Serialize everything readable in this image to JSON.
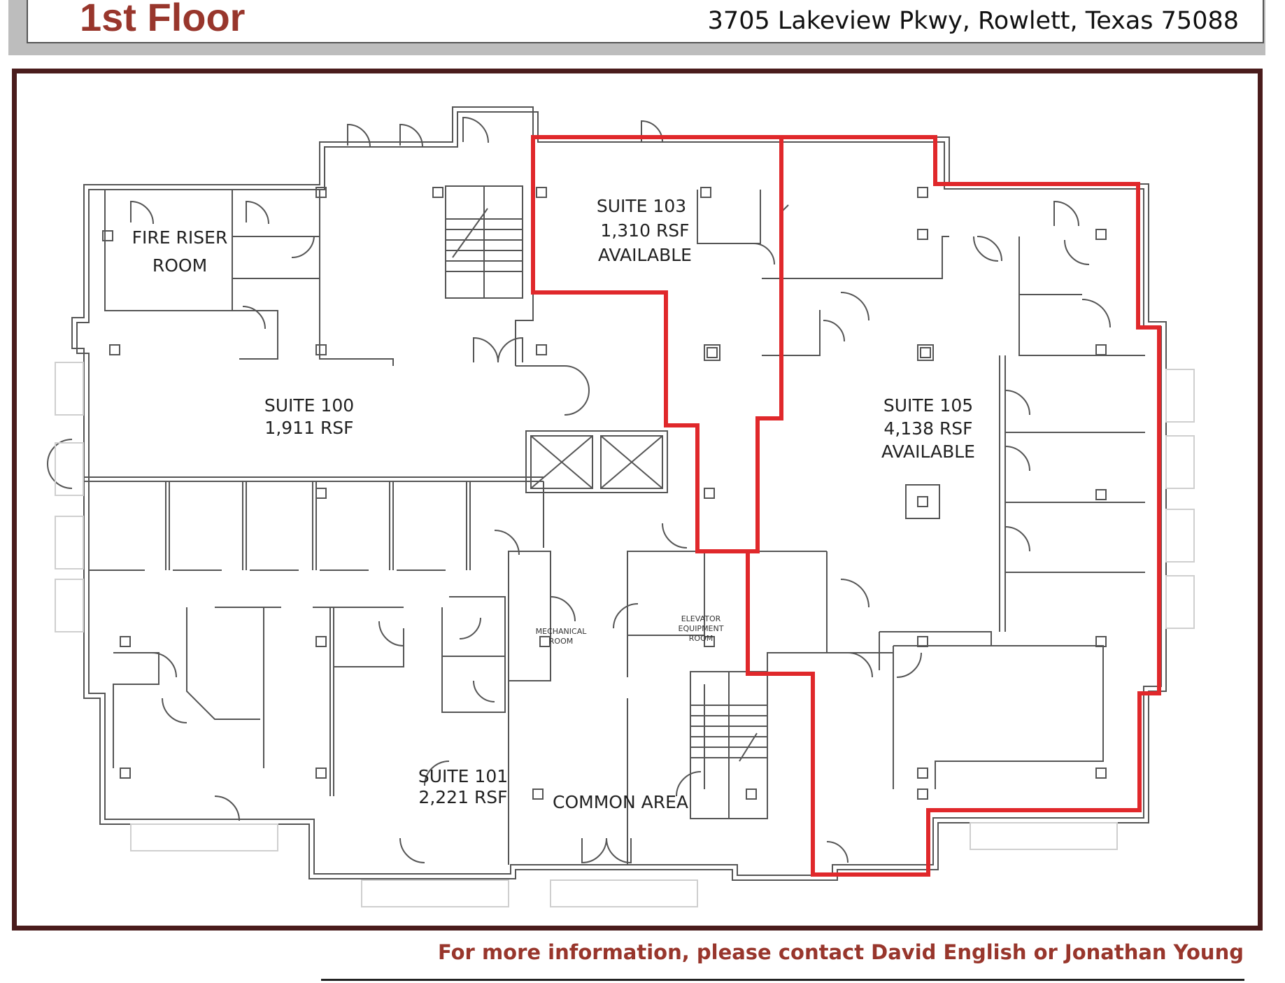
{
  "header": {
    "floor_title": "1st Floor",
    "address": "3705 Lakeview Pkwy, Rowlett, Texas 75088"
  },
  "rooms": {
    "fire_riser_line1": "FIRE RISER",
    "fire_riser_line2": "ROOM",
    "suite103_name": "SUITE 103",
    "suite103_area": "1,310 RSF",
    "suite103_status": "AVAILABLE",
    "suite100_name": "SUITE 100",
    "suite100_area": "1,911 RSF",
    "suite105_name": "SUITE 105",
    "suite105_area": "4,138 RSF",
    "suite105_status": "AVAILABLE",
    "suite101_name": "SUITE 101",
    "suite101_area": "2,221 RSF",
    "common_area": "COMMON AREA",
    "mechanical_line1": "MECHANICAL",
    "mechanical_line2": "ROOM",
    "elevator_line1": "ELEVATOR",
    "elevator_line2": "EQUIPMENT",
    "elevator_line3": "ROOM"
  },
  "colors": {
    "title": "#98362c",
    "frame": "#4a1c1c",
    "available_outline": "#e0282b"
  },
  "footer": {
    "contact": "For more information, please contact David English or Jonathan Young"
  }
}
